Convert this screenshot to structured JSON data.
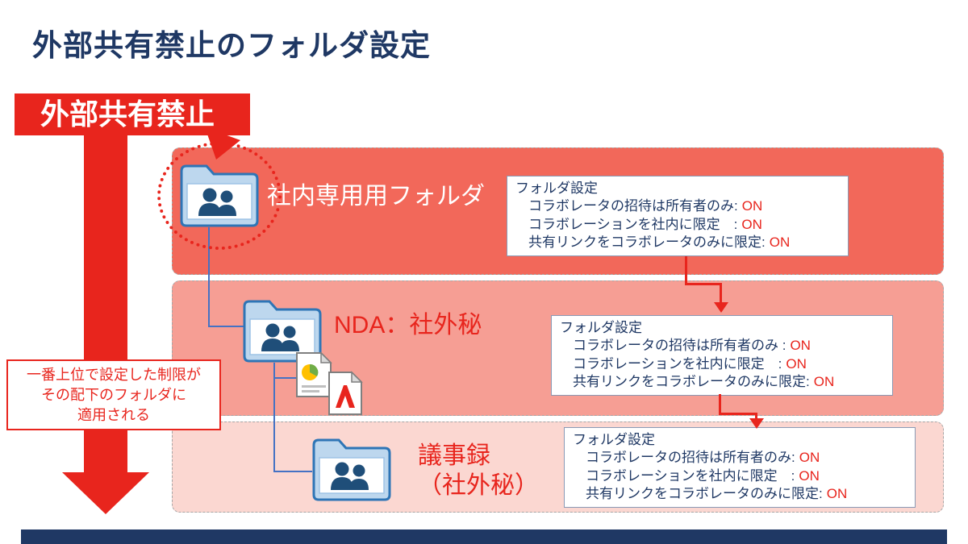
{
  "slide": {
    "title": "外部共有禁止のフォルダ設定",
    "banner_label": "外部共有禁止",
    "note_text": "一番上位で設定した制限が\nその配下のフォルダに\n適用される"
  },
  "colors": {
    "accent_red": "#e8251d",
    "navy": "#1f3864",
    "band1_bg": "#f2685a",
    "band2_bg": "#f69e94",
    "band3_bg": "#fbd7d1",
    "folder_blue": "#2e75b6"
  },
  "icons": {
    "folder": "folder-users-icon",
    "chart_document": "chart-document-icon",
    "pdf_document": "pdf-document-icon",
    "banner_pointer": "arrow-pointer-icon"
  },
  "bands": [
    {
      "folder_label": "社内専用用フォルダ",
      "settings": {
        "title": "フォルダ設定",
        "items": [
          {
            "label": "コラボレータの招待は所有者のみ:",
            "value": "ON"
          },
          {
            "label": "コラボレーションを社内に限定　:",
            "value": "ON"
          },
          {
            "label": "共有リンクをコラボレータのみに限定:",
            "value": "ON"
          }
        ]
      }
    },
    {
      "folder_label": "NDA：社外秘",
      "settings": {
        "title": "フォルダ設定",
        "items": [
          {
            "label": "コラボレータの招待は所有者のみ :",
            "value": "ON"
          },
          {
            "label": "コラボレーションを社内に限定　:",
            "value": "ON"
          },
          {
            "label": "共有リンクをコラボレータのみに限定:",
            "value": "ON"
          }
        ]
      }
    },
    {
      "folder_label": "議事録\n（社外秘）",
      "settings": {
        "title": "フォルダ設定",
        "items": [
          {
            "label": "コラボレータの招待は所有者のみ:",
            "value": "ON"
          },
          {
            "label": "コラボレーションを社内に限定　:",
            "value": "ON"
          },
          {
            "label": "共有リンクをコラボレータのみに限定:",
            "value": "ON"
          }
        ]
      }
    }
  ]
}
